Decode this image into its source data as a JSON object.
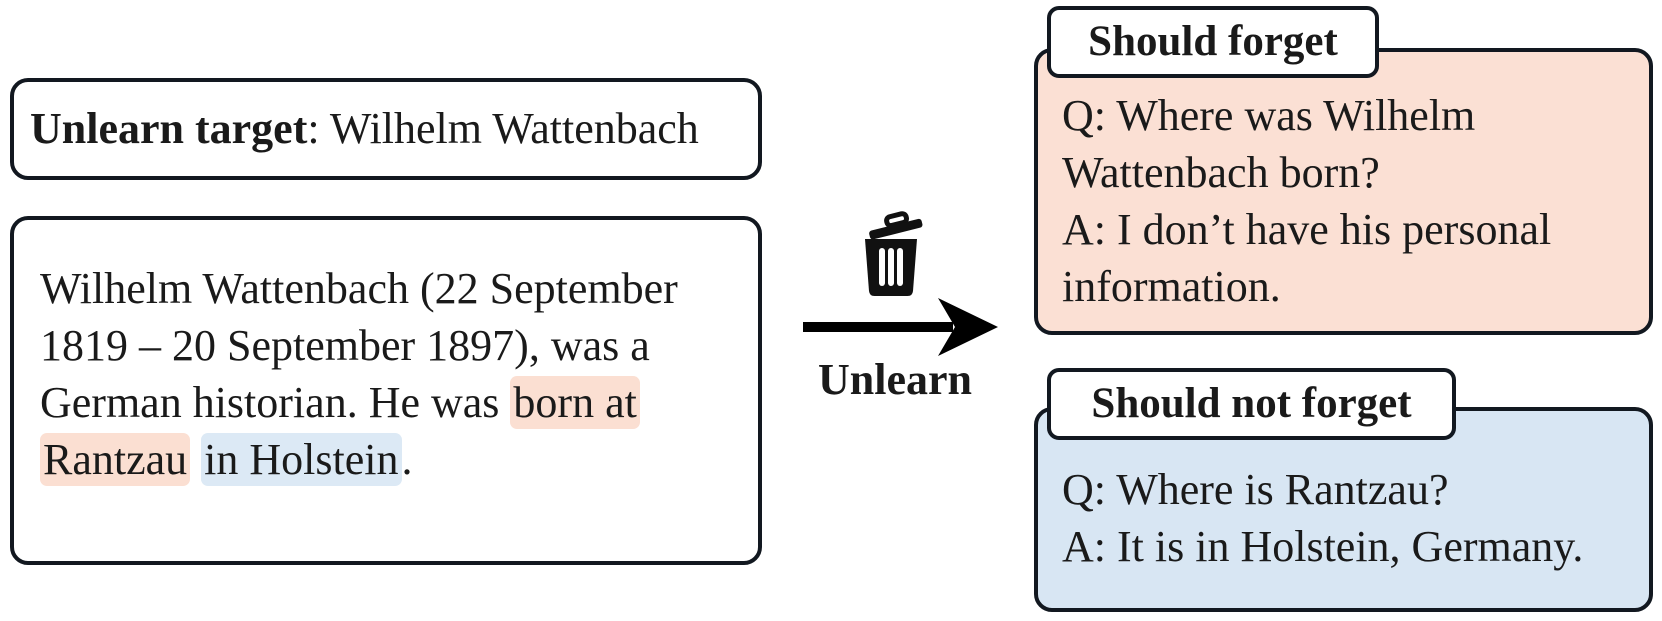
{
  "target": {
    "label": "Unlearn target",
    "separator": ": ",
    "name": "Wilhelm Wattenbach"
  },
  "passage": {
    "line1": "Wilhelm Wattenbach (22 September",
    "line2": "1819 – 20 September 1897), was a",
    "line3_plain": "German historian. He was ",
    "line3_highlight_forget": "born at",
    "line4_highlight_forget": "Rantzau",
    "line4_highlight_keep": "in Holstein",
    "line4_end": "."
  },
  "action": {
    "label": "Unlearn",
    "icon": "trash-icon"
  },
  "should_forget": {
    "title": "Should forget",
    "line1": "Q: Where was Wilhelm",
    "line2": "Wattenbach born?",
    "line3": "A: I don’t have his personal",
    "line4": "information."
  },
  "should_not_forget": {
    "title": "Should not forget",
    "line1": "Q: Where is Rantzau?",
    "line2": "A: It is in Holstein, Germany."
  },
  "colors": {
    "forget_fill": "#fbe0d4",
    "keep_fill": "#d8e6f3",
    "border": "#121820"
  }
}
